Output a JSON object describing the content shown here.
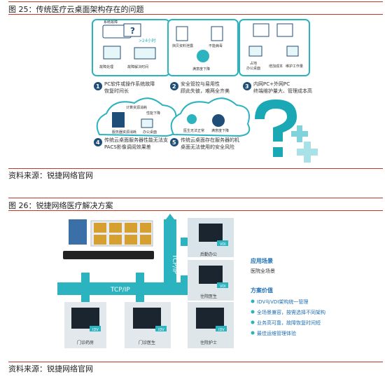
{
  "fig25": {
    "caption": "图 25：传统医疗云桌面架构存在的问题",
    "source": "资料来源：锐捷网络官网",
    "panels": [
      {
        "num": "1",
        "text1": "PC软件或操作系统故障",
        "text2": "恢复时间长",
        "labels": [
          "系统故障",
          "故障处理",
          "故障解决时间",
          ">24小时"
        ]
      },
      {
        "num": "2",
        "text1": "安全管控与易用性",
        "text2": "顾此失彼，难两全齐美",
        "labels": [
          "挡贝资料泄露",
          "不能病毒",
          "满意度下降"
        ]
      },
      {
        "num": "3",
        "text1": "内网PC+外网PC",
        "text2": "终端维护量大、管理成本高",
        "labels": [
          "占地",
          "办公桌面",
          "增加成本",
          "维护工作量"
        ]
      },
      {
        "num": "4",
        "text1": "传统云桌面服务器性能无法支",
        "text2": "PACS影像调阅效果差",
        "labels": [
          "计算资源消耗",
          "性能下降",
          "服务器资源消耗",
          "办公桌面"
        ]
      },
      {
        "num": "5",
        "text1": "传统云桌面存在服务器的机",
        "text2": "桌面无法使用的安全风险",
        "labels": [
          "医生无法正常",
          "满意度下降"
        ]
      }
    ],
    "colors": {
      "accent": "#2bb3c0",
      "dark": "#1f4e79",
      "cross": "#7fd3da"
    }
  },
  "fig26": {
    "caption": "图 26：锐捷网络医疗解决方案",
    "source": "资料来源：锐捷网络官网",
    "tcp_vertical": "TCP/IP",
    "tcp_horizontal": "TCP/IP",
    "photos": [
      {
        "label": "后勤办公",
        "badge": "VDI"
      },
      {
        "label": "住院医生",
        "badge": "VDI"
      },
      {
        "label": "门诊医生",
        "badge": "IDV"
      },
      {
        "label": "门诊药房",
        "badge": "IDV"
      },
      {
        "label": "住院护士",
        "badge": "IDV"
      }
    ],
    "scene_title": "应用场景",
    "scene_text": "医院全场景",
    "value_title": "方案价值",
    "values": [
      "IDV与VDI架构统一管理",
      "全场景兼容，按需选择不同架构",
      "业务高可靠，故障恢复时间短",
      "最佳运维管理体验"
    ],
    "colors": {
      "accent": "#2bb3c0",
      "title": "#1f6fb5",
      "bullet": "#2bb3c0"
    }
  }
}
